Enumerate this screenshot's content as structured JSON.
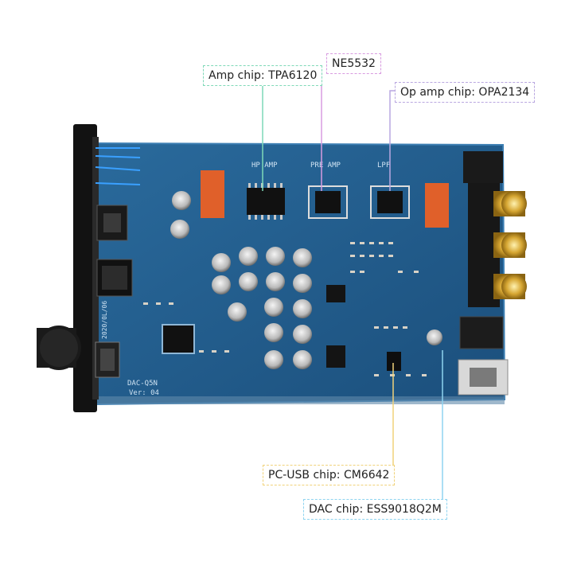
{
  "callouts": {
    "amp_chip": "Amp chip: TPA6120",
    "ne5532": "NE5532",
    "op_amp_chip": "Op amp chip: OPA2134",
    "pc_usb_chip": "PC-USB chip: CM6642",
    "dac_chip": "DAC chip: ESS9018Q2M"
  },
  "board": {
    "silk_hp_amp": "HP AMP",
    "silk_pre_amp": "PRE AMP",
    "silk_lpf": "LPF",
    "silk_model": "DAC-Q5N",
    "silk_version": "Ver: 04",
    "silk_date": "2020/0L/06"
  },
  "colors": {
    "pcb": "#1f5c8c",
    "amp_line": "#7fd9b8",
    "ne_line": "#d89be0",
    "op_line": "#b9a7e0",
    "usb_line": "#f0d27a",
    "dac_line": "#8fd4f0"
  }
}
